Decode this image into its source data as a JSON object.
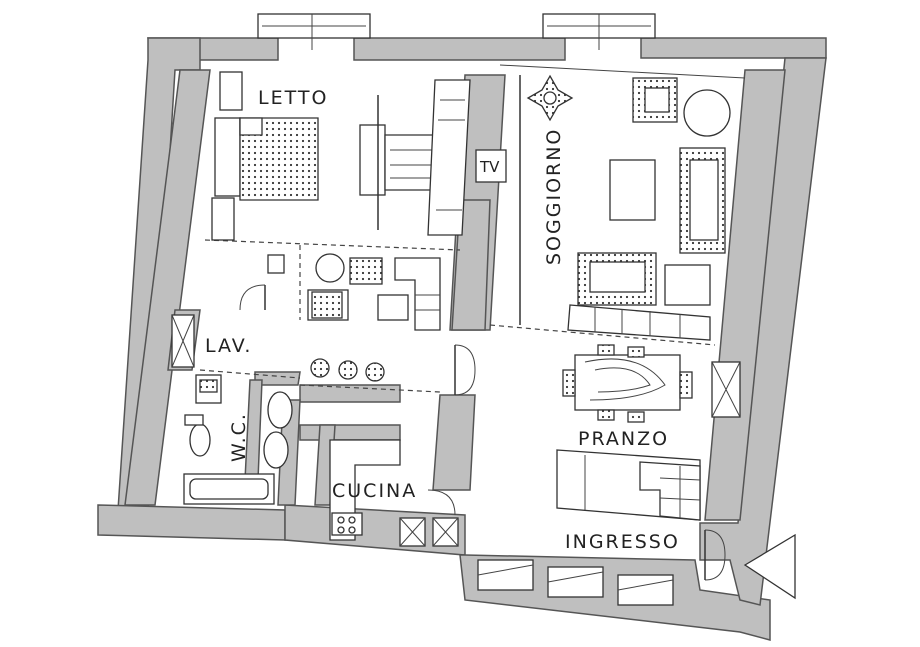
{
  "rooms": {
    "letto": "LETTO",
    "soggiorno": "SOGGIORNO",
    "lav": "LAV.",
    "wc": "W.C.",
    "pranzo": "PRANZO",
    "cucina": "CUCINA",
    "ingresso": "INGRESSO"
  },
  "fixtures": {
    "tv": "TV"
  },
  "icons": {
    "entrance": "entrance-arrow-icon",
    "plant": "plant-icon"
  },
  "colors": {
    "wall": "#bfbfbf",
    "line": "#333333",
    "background": "#ffffff"
  }
}
